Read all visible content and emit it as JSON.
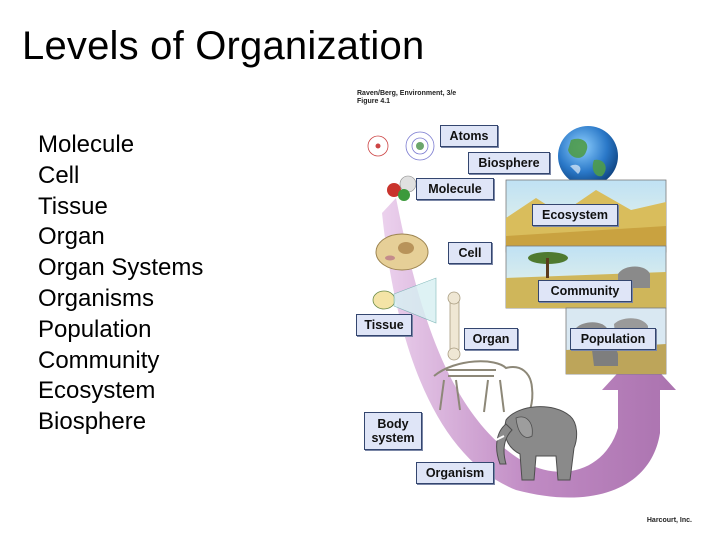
{
  "title": "Levels of Organization",
  "levels": [
    "Molecule",
    "Cell",
    "Tissue",
    "Organ",
    "Organ Systems",
    "Organisms",
    "Population",
    "Community",
    "Ecosystem",
    "Biosphere"
  ],
  "figure": {
    "citation_line1": "Raven/Berg, Environment, 3/e",
    "citation_line2": "Figure 4.1",
    "labels": {
      "atoms": "Atoms",
      "biosphere": "Biosphere",
      "molecule": "Molecule",
      "ecosystem": "Ecosystem",
      "cell": "Cell",
      "community": "Community",
      "tissue": "Tissue",
      "organ": "Organ",
      "population": "Population",
      "body_system_line1": "Body",
      "body_system_line2": "system",
      "organism": "Organism"
    },
    "publisher": "Harcourt, Inc.",
    "colors": {
      "arrow": "#b576b9",
      "label_fill": "#dfe5f7",
      "label_border": "#34466f"
    }
  }
}
